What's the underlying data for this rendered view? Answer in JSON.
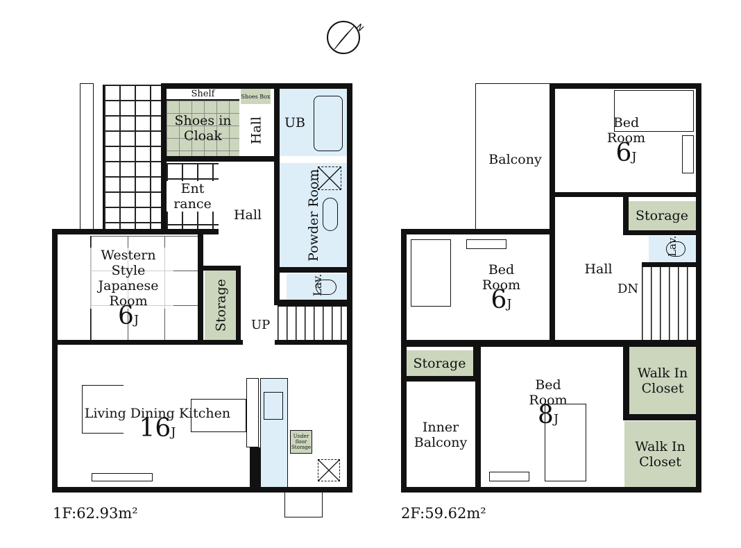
{
  "compass": {
    "north_label": "N"
  },
  "floor1": {
    "area_label": "1F:62.93m²",
    "rooms": {
      "shelf": "Shelf",
      "shoes_box": "Shoes Box",
      "shoes_in_cloak": "Shoes in Cloak",
      "hall_small": "Hall",
      "ub": "UB",
      "entrance": "Ent rance",
      "hall": "Hall",
      "powder_room": "Powder Room",
      "japanese_room": "Western Style Japanese Room",
      "japanese_room_size": "6",
      "storage": "Storage",
      "lav": "Lav.",
      "up": "UP",
      "ldk": "Living Dining Kitchen",
      "ldk_size": "16",
      "underfloor_storage": "Under floor Storage",
      "unit": "J"
    }
  },
  "floor2": {
    "area_label": "2F:59.62m²",
    "rooms": {
      "balcony": "Balcony",
      "bedroom_top": "Bed Room",
      "bedroom_top_size": "6",
      "storage_top": "Storage",
      "lav": "Lav.",
      "hall": "Hall",
      "dn": "DN",
      "bedroom_left": "Bed Room",
      "bedroom_left_size": "6",
      "storage_left": "Storage",
      "inner_balcony": "Inner Balcony",
      "bedroom_main": "Bed Room",
      "bedroom_main_size": "8",
      "wic1": "Walk In Closet",
      "wic2": "Walk In Closet",
      "unit": "J"
    }
  }
}
